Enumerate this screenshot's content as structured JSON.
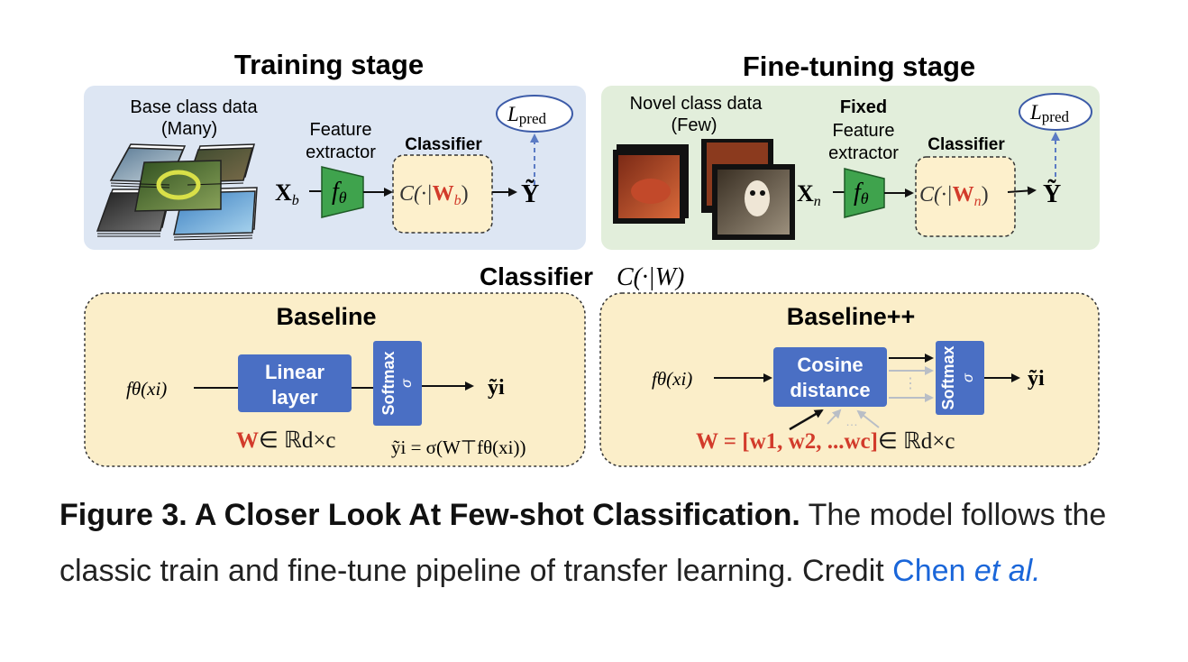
{
  "training": {
    "title": "Training stage",
    "data_label_1": "Base class data",
    "data_label_2": "(Many)",
    "feature_label_1": "Feature",
    "feature_label_2": "extractor",
    "classifier_label": "Classifier",
    "input": "X",
    "input_sub": "b",
    "extractor": "f",
    "extractor_sub": "θ",
    "classifier_expr_pre": "C(·|",
    "classifier_W": "W",
    "classifier_W_sub": "b",
    "classifier_expr_post": ")",
    "output": "Ỹ",
    "loss": "L",
    "loss_sub": "pred"
  },
  "finetune": {
    "title": "Fine-tuning stage",
    "data_label_1": "Novel class data",
    "data_label_2": "(Few)",
    "fixed_label": "Fixed",
    "feature_label_1": "Feature",
    "feature_label_2": "extractor",
    "classifier_label": "Classifier",
    "input": "X",
    "input_sub": "n",
    "extractor": "f",
    "extractor_sub": "θ",
    "classifier_expr_pre": "C(·|",
    "classifier_W": "W",
    "classifier_W_sub": "n",
    "classifier_expr_post": ")",
    "output": "Ỹ",
    "loss": "L",
    "loss_sub": "pred"
  },
  "classifier_header": {
    "label": "Classifier",
    "expr": "C(·|W)"
  },
  "baseline": {
    "title": "Baseline",
    "input": "fθ(xi)",
    "layer_1": "Linear",
    "layer_2": "layer",
    "softmax": "Softmax",
    "sigma": "σ",
    "output": "ỹi",
    "weight_W": "W",
    "weight_rest": "∈ ℝd×c",
    "formula": "ỹi = σ(W⊤fθ(xi))"
  },
  "baselinepp": {
    "title": "Baseline++",
    "input": "fθ(xi)",
    "layer_1": "Cosine",
    "layer_2": "distance",
    "softmax": "Softmax",
    "sigma": "σ",
    "output": "ỹi",
    "weight_expr": "W = [w1, w2, ...wc]",
    "weight_rest": "∈ ℝd×c"
  },
  "caption": {
    "bold": "Figure 3. A Closer Look At Few-shot Classification.",
    "text": " The model follows the classic train and fine-tune pipeline of transfer learning. Credit ",
    "link_name": "Chen ",
    "link_etal": "et al."
  },
  "colors": {
    "training_bg": "#dde6f3",
    "finetune_bg": "#e2eedb",
    "classifier_box": "#fdf0cc",
    "panel_bg": "#fbeec9",
    "extractor_green": "#3fa34d",
    "layer_blue": "#4a6fc4",
    "loss_blue": "#3c5ba8",
    "weight_red": "#d23b2b"
  }
}
